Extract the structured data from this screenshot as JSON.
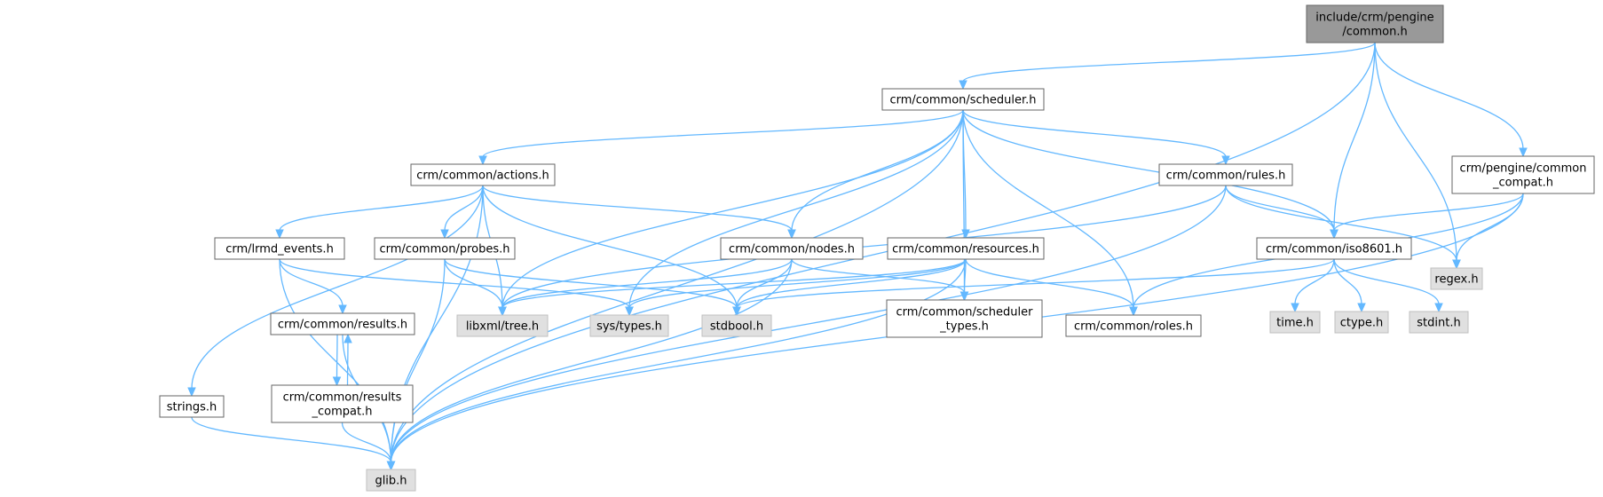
{
  "colors": {
    "root_fill": "#999999",
    "node_fill": "#ffffff",
    "external_fill": "#e0e0e0",
    "node_stroke": "#666666",
    "edge": "#63b8ff"
  },
  "nodes": [
    {
      "id": "root",
      "kind": "root",
      "lines": [
        "include/crm/pengine",
        "/common.h"
      ]
    },
    {
      "id": "scheduler",
      "kind": "file",
      "lines": [
        "crm/common/scheduler.h"
      ]
    },
    {
      "id": "pcompat",
      "kind": "file",
      "lines": [
        "crm/pengine/common",
        "_compat.h"
      ]
    },
    {
      "id": "actions",
      "kind": "file",
      "lines": [
        "crm/common/actions.h"
      ]
    },
    {
      "id": "rules",
      "kind": "file",
      "lines": [
        "crm/common/rules.h"
      ]
    },
    {
      "id": "lrmd",
      "kind": "file",
      "lines": [
        "crm/lrmd_events.h"
      ]
    },
    {
      "id": "probes",
      "kind": "file",
      "lines": [
        "crm/common/probes.h"
      ]
    },
    {
      "id": "nodes",
      "kind": "file",
      "lines": [
        "crm/common/nodes.h"
      ]
    },
    {
      "id": "resources",
      "kind": "file",
      "lines": [
        "crm/common/resources.h"
      ]
    },
    {
      "id": "iso",
      "kind": "file",
      "lines": [
        "crm/common/iso8601.h"
      ]
    },
    {
      "id": "regex",
      "kind": "external",
      "lines": [
        "regex.h"
      ]
    },
    {
      "id": "results",
      "kind": "file",
      "lines": [
        "crm/common/results.h"
      ]
    },
    {
      "id": "libxml",
      "kind": "external",
      "lines": [
        "libxml/tree.h"
      ]
    },
    {
      "id": "systypes",
      "kind": "external",
      "lines": [
        "sys/types.h"
      ]
    },
    {
      "id": "stdbool",
      "kind": "external",
      "lines": [
        "stdbool.h"
      ]
    },
    {
      "id": "schedtypes",
      "kind": "file",
      "lines": [
        "crm/common/scheduler",
        "_types.h"
      ]
    },
    {
      "id": "roles",
      "kind": "file",
      "lines": [
        "crm/common/roles.h"
      ]
    },
    {
      "id": "time",
      "kind": "external",
      "lines": [
        "time.h"
      ]
    },
    {
      "id": "ctype",
      "kind": "external",
      "lines": [
        "ctype.h"
      ]
    },
    {
      "id": "stdint",
      "kind": "external",
      "lines": [
        "stdint.h"
      ]
    },
    {
      "id": "rcompat",
      "kind": "file",
      "lines": [
        "crm/common/results",
        "_compat.h"
      ]
    },
    {
      "id": "strings",
      "kind": "file",
      "lines": [
        "strings.h"
      ]
    },
    {
      "id": "glib",
      "kind": "external",
      "lines": [
        "glib.h"
      ]
    }
  ],
  "edges": [
    [
      "root",
      "glib"
    ],
    [
      "root",
      "scheduler"
    ],
    [
      "root",
      "iso"
    ],
    [
      "root",
      "regex"
    ],
    [
      "root",
      "pcompat"
    ],
    [
      "scheduler",
      "actions"
    ],
    [
      "scheduler",
      "rules"
    ],
    [
      "scheduler",
      "nodes"
    ],
    [
      "scheduler",
      "resources"
    ],
    [
      "scheduler",
      "iso"
    ],
    [
      "scheduler",
      "schedtypes"
    ],
    [
      "scheduler",
      "roles"
    ],
    [
      "scheduler",
      "systypes"
    ],
    [
      "scheduler",
      "libxml"
    ],
    [
      "scheduler",
      "glib"
    ],
    [
      "actions",
      "lrmd"
    ],
    [
      "actions",
      "probes"
    ],
    [
      "actions",
      "nodes"
    ],
    [
      "actions",
      "strings"
    ],
    [
      "actions",
      "libxml"
    ],
    [
      "actions",
      "stdbool"
    ],
    [
      "actions",
      "glib"
    ],
    [
      "rules",
      "iso"
    ],
    [
      "rules",
      "regex"
    ],
    [
      "rules",
      "libxml"
    ],
    [
      "rules",
      "glib"
    ],
    [
      "pcompat",
      "iso"
    ],
    [
      "pcompat",
      "regex"
    ],
    [
      "pcompat",
      "roles"
    ],
    [
      "pcompat",
      "glib"
    ],
    [
      "lrmd",
      "results"
    ],
    [
      "lrmd",
      "systypes"
    ],
    [
      "lrmd",
      "glib"
    ],
    [
      "probes",
      "libxml"
    ],
    [
      "probes",
      "stdbool"
    ],
    [
      "probes",
      "glib"
    ],
    [
      "nodes",
      "libxml"
    ],
    [
      "nodes",
      "stdbool"
    ],
    [
      "nodes",
      "schedtypes"
    ],
    [
      "nodes",
      "glib"
    ],
    [
      "resources",
      "libxml"
    ],
    [
      "resources",
      "systypes"
    ],
    [
      "resources",
      "stdbool"
    ],
    [
      "resources",
      "schedtypes"
    ],
    [
      "resources",
      "roles"
    ],
    [
      "resources",
      "glib"
    ],
    [
      "iso",
      "time"
    ],
    [
      "iso",
      "ctype"
    ],
    [
      "iso",
      "stdint"
    ],
    [
      "iso",
      "stdbool"
    ],
    [
      "results",
      "rcompat"
    ],
    [
      "results",
      "glib"
    ],
    [
      "rcompat",
      "results"
    ],
    [
      "rcompat",
      "glib"
    ],
    [
      "strings",
      "glib"
    ]
  ]
}
